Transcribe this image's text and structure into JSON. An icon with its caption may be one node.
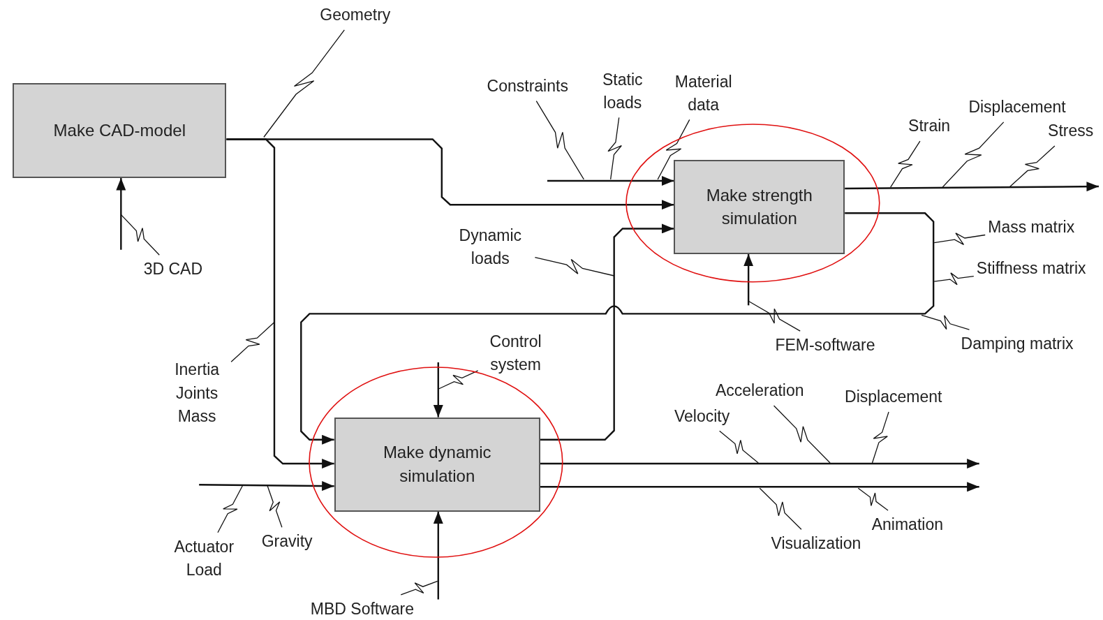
{
  "diagram": {
    "nodes": [
      {
        "text": [
          "Make CAD-model"
        ]
      },
      {
        "text": [],
        "shape": "ellipse"
      },
      {
        "text": [
          "Make strength simulation"
        ],
        "in": 1
      },
      {
        "text": [],
        "shape": "ellipse"
      },
      {
        "text": [
          "Make dynamic simulation"
        ],
        "in": 3
      },
      {
        "text": [
          "Geometry"
        ]
      },
      {
        "text": [
          "3D CAD"
        ]
      },
      {
        "text": [
          "Constraints"
        ]
      },
      {
        "text": [
          "Static loads"
        ]
      },
      {
        "text": [
          "Material data"
        ]
      },
      {
        "text": [
          "Strain"
        ]
      },
      {
        "text": [
          "Displacement"
        ]
      },
      {
        "text": [
          "Stress"
        ]
      },
      {
        "text": [
          "Mass matrix"
        ]
      },
      {
        "text": [
          "Stiffness matrix"
        ]
      },
      {
        "text": [
          "Damping matrix"
        ]
      },
      {
        "text": [
          "FEM-software"
        ]
      },
      {
        "text": [
          "Dynamic loads"
        ]
      },
      {
        "text": [
          "Inertia Joints Mass"
        ]
      },
      {
        "text": [
          "Control system"
        ]
      },
      {
        "text": [
          "Velocity"
        ]
      },
      {
        "text": [
          "Acceleration"
        ]
      },
      {
        "text": [
          "Displacement"
        ]
      },
      {
        "text": [
          "Visualization"
        ]
      },
      {
        "text": [
          "Animation"
        ]
      },
      {
        "text": [
          "Actuator Load"
        ]
      },
      {
        "text": [
          "Gravity"
        ]
      },
      {
        "text": [
          "MBD Software"
        ]
      }
    ],
    "edges": [
      {
        "from": 0,
        "to": 2,
        "arrow": "to"
      },
      {
        "from": 0,
        "to": 4,
        "arrow": "to"
      },
      {
        "from": 2,
        "to": 4,
        "arrow": "to"
      },
      {
        "from": 4,
        "to": 2,
        "arrow": "to"
      },
      {
        "from": null,
        "to": 2,
        "arrow": "to"
      },
      {
        "from": 2,
        "to": null,
        "arrow": "to"
      },
      {
        "from": null,
        "to": 2,
        "arrow": "to"
      },
      {
        "from": null,
        "to": 0,
        "arrow": "to"
      },
      {
        "from": null,
        "to": 4,
        "arrow": "to"
      },
      {
        "from": 4,
        "to": null,
        "arrow": "to"
      },
      {
        "from": 4,
        "to": null,
        "arrow": "to"
      },
      {
        "from": null,
        "to": 4,
        "arrow": "to"
      },
      {
        "from": null,
        "to": 4,
        "arrow": "to"
      },
      {
        "from": 5,
        "to": null,
        "arrow": "none"
      },
      {
        "from": 6,
        "to": null,
        "arrow": "none"
      },
      {
        "from": 7,
        "to": null,
        "arrow": "none"
      },
      {
        "from": 8,
        "to": null,
        "arrow": "none"
      },
      {
        "from": 9,
        "to": null,
        "arrow": "none"
      },
      {
        "from": 10,
        "to": null,
        "arrow": "none"
      },
      {
        "from": 11,
        "to": null,
        "arrow": "none"
      },
      {
        "from": 12,
        "to": null,
        "arrow": "none"
      },
      {
        "from": 13,
        "to": null,
        "arrow": "none"
      },
      {
        "from": 14,
        "to": null,
        "arrow": "none"
      },
      {
        "from": 15,
        "to": null,
        "arrow": "none"
      },
      {
        "from": 16,
        "to": null,
        "arrow": "none"
      },
      {
        "from": 17,
        "to": null,
        "arrow": "none"
      },
      {
        "from": 18,
        "to": null,
        "arrow": "none"
      },
      {
        "from": 19,
        "to": null,
        "arrow": "none"
      },
      {
        "from": 20,
        "to": null,
        "arrow": "none"
      },
      {
        "from": 21,
        "to": null,
        "arrow": "none"
      },
      {
        "from": 22,
        "to": null,
        "arrow": "none"
      },
      {
        "from": 23,
        "to": null,
        "arrow": "none"
      },
      {
        "from": 24,
        "to": null,
        "arrow": "none"
      },
      {
        "from": 25,
        "to": null,
        "arrow": "none"
      },
      {
        "from": 26,
        "to": null,
        "arrow": "none"
      },
      {
        "from": 27,
        "to": null,
        "arrow": "none"
      }
    ]
  }
}
